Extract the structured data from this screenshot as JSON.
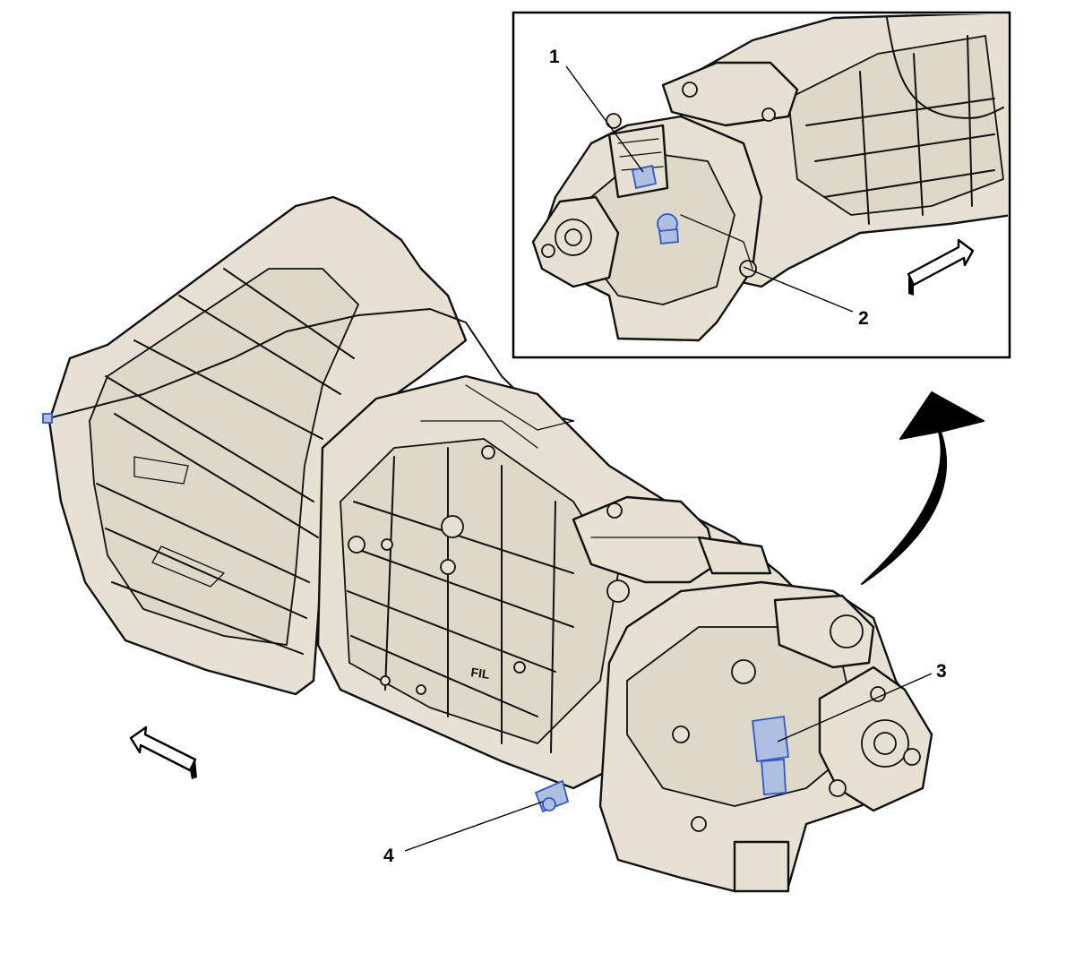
{
  "callouts": [
    {
      "id": "1",
      "label": "1"
    },
    {
      "id": "2",
      "label": "2"
    },
    {
      "id": "3",
      "label": "3"
    },
    {
      "id": "4",
      "label": "4"
    }
  ],
  "cast_text": "FIL",
  "colors": {
    "casting": "#e6e1d3",
    "casting_shade": "#ddd8c7",
    "outline": "#111111",
    "highlight_fill": "#aebfe0",
    "highlight_stroke": "#2f58c8"
  },
  "icons": [
    "front-direction-arrow-icon",
    "curved-arrow-icon",
    "front-direction-arrow-icon"
  ]
}
